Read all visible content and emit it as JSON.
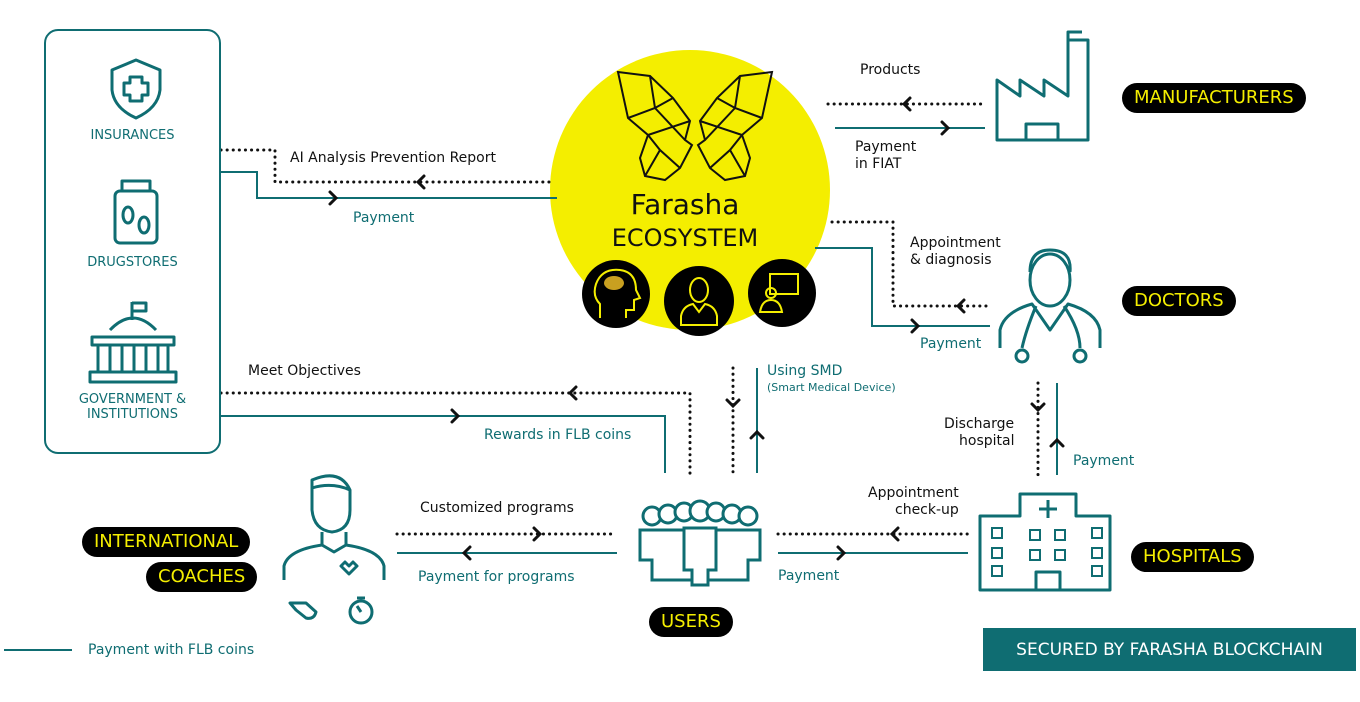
{
  "brand": {
    "name": "Farasha",
    "subtitle": "ECOSYSTEM",
    "yellow": "#f4ee00",
    "teal": "#0f6d72"
  },
  "stakeholders": {
    "insurances": "INSURANCES",
    "drugstores": "DRUGSTORES",
    "government": "GOVERNMENT & INSTITUTIONS"
  },
  "pills": {
    "manufacturers": "MANUFACTURERS",
    "doctors": "DOCTORS",
    "hospitals": "HOSPITALS",
    "users": "USERS",
    "coaches_line1": "INTERNATIONAL",
    "coaches_line2": "COACHES"
  },
  "flows": {
    "ai_report": "AI Analysis Prevention Report",
    "payment_ins": "Payment",
    "products": "Products",
    "payment_fiat_1": "Payment",
    "payment_fiat_2": "in FIAT",
    "appointment_1": "Appointment",
    "appointment_2": "& diagnosis",
    "payment_doc": "Payment",
    "meet_objectives": "Meet Objectives",
    "rewards": "Rewards in FLB coins",
    "using_smd": "Using SMD",
    "smd_full": "(Smart Medical Device)",
    "discharge_1": "Discharge",
    "discharge_2": "hospital",
    "payment_hosp_doc": "Payment",
    "customized": "Customized programs",
    "payment_programs": "Payment for programs",
    "checkup_1": "Appointment",
    "checkup_2": "check-up",
    "payment_users": "Payment"
  },
  "legend": {
    "label": "Payment with FLB coins"
  },
  "footer": {
    "secured": "SECURED BY FARASHA BLOCKCHAIN"
  }
}
